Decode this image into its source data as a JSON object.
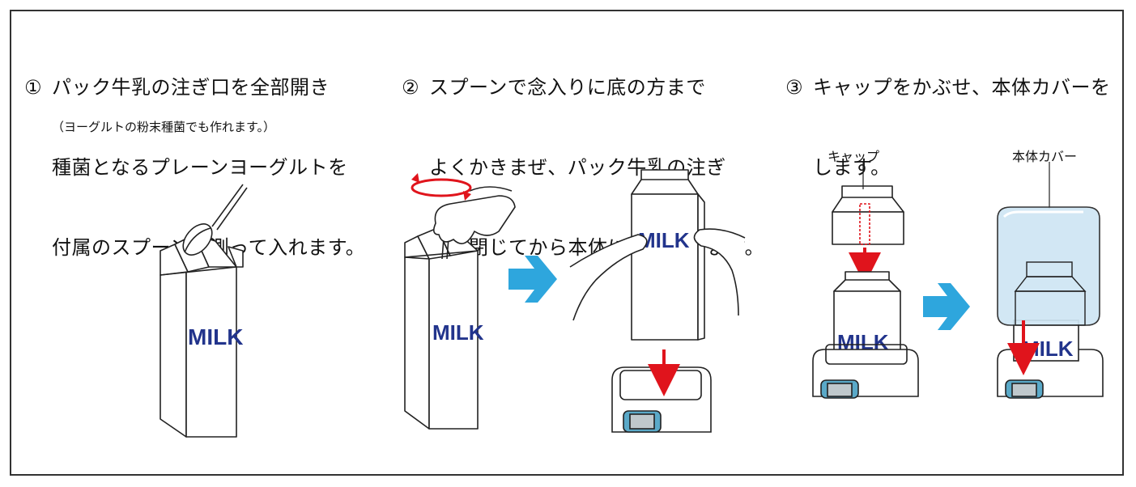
{
  "steps": [
    {
      "number": "①",
      "lines": [
        "パック牛乳の注ぎ口を全部開き",
        "種菌となるプレーンヨーグルトを",
        "付属のスプーンで測って入れます。"
      ],
      "note": "（ヨーグルトの粉末種菌でも作れます。）"
    },
    {
      "number": "②",
      "lines": [
        "スプーンで念入りに底の方まで",
        "よくかきまぜ、パック牛乳の注ぎ",
        "口を閉じてから本体にセットします。"
      ]
    },
    {
      "number": "③",
      "lines": [
        "キャップをかぶせ、本体カバーを",
        "します。"
      ]
    }
  ],
  "labels": {
    "cap": "キャップ",
    "cover": "本体カバー"
  },
  "carton_text": "MILK",
  "colors": {
    "arrow_blue": "#2ea6dd",
    "arrow_red": "#e0141c",
    "milk_text": "#22348c",
    "cover_fill": "#cfe6f4",
    "display_blue": "#5aa9c8"
  }
}
